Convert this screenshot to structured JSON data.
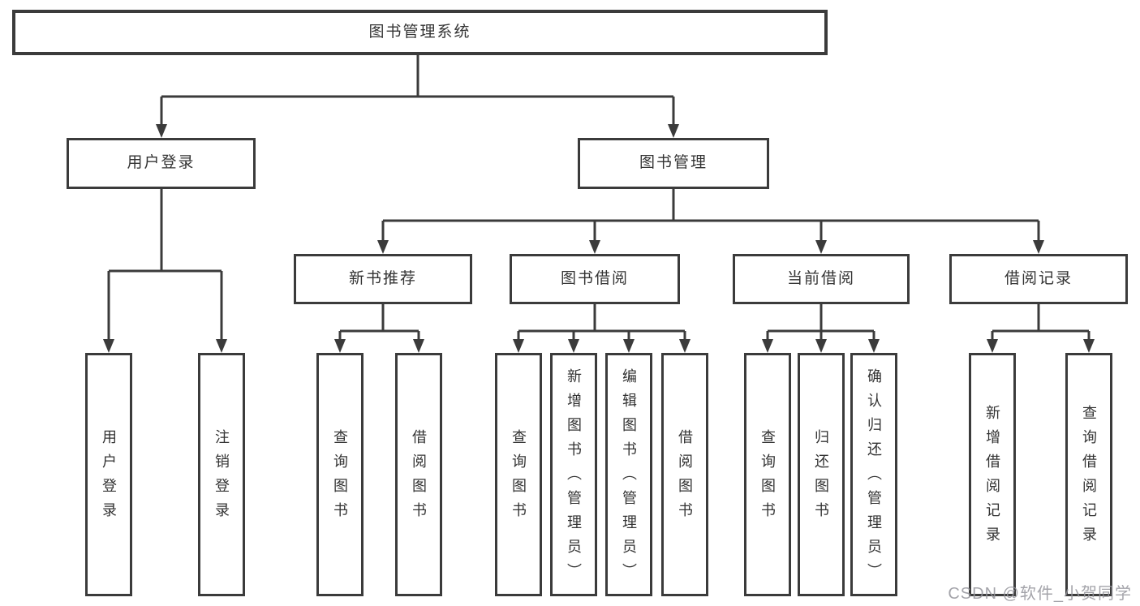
{
  "labels": {
    "root": "图书管理系统",
    "user_login": "用户登录",
    "book_mgmt": "图书管理",
    "new_book": "新书推荐",
    "book_borrow": "图书借阅",
    "current_borrow": "当前借阅",
    "borrow_records": "借阅记录",
    "leaf_user_login": "用户登录",
    "leaf_logout": "注销登录",
    "leaf_query_book_1": "查询图书",
    "leaf_borrow_book_1": "借阅图书",
    "leaf_query_book_2": "查询图书",
    "leaf_add_book": "新增图书（管理员）",
    "leaf_edit_book": "编辑图书（管理员）",
    "leaf_borrow_book_2": "借阅图书",
    "leaf_query_book_3": "查询图书",
    "leaf_return_book": "归还图书",
    "leaf_confirm_return": "确认归还（管理员）",
    "leaf_add_record": "新增借阅记录",
    "leaf_query_record": "查询借阅记录"
  },
  "hierarchy": {
    "图书管理系统": [
      "用户登录",
      "图书管理"
    ],
    "用户登录": [
      "用户登录",
      "注销登录"
    ],
    "图书管理": [
      "新书推荐",
      "图书借阅",
      "当前借阅",
      "借阅记录"
    ],
    "新书推荐": [
      "查询图书",
      "借阅图书"
    ],
    "图书借阅": [
      "查询图书",
      "新增图书（管理员）",
      "编辑图书（管理员）",
      "借阅图书"
    ],
    "当前借阅": [
      "查询图书",
      "归还图书",
      "确认归还（管理员）"
    ],
    "借阅记录": [
      "新增借阅记录",
      "查询借阅记录"
    ]
  },
  "watermark": {
    "text": "CSDN @软件_小贺同学"
  },
  "colors": {
    "line": "#3b3b3b",
    "text": "#333333",
    "background": "#ffffff",
    "watermark": "#94949b"
  }
}
